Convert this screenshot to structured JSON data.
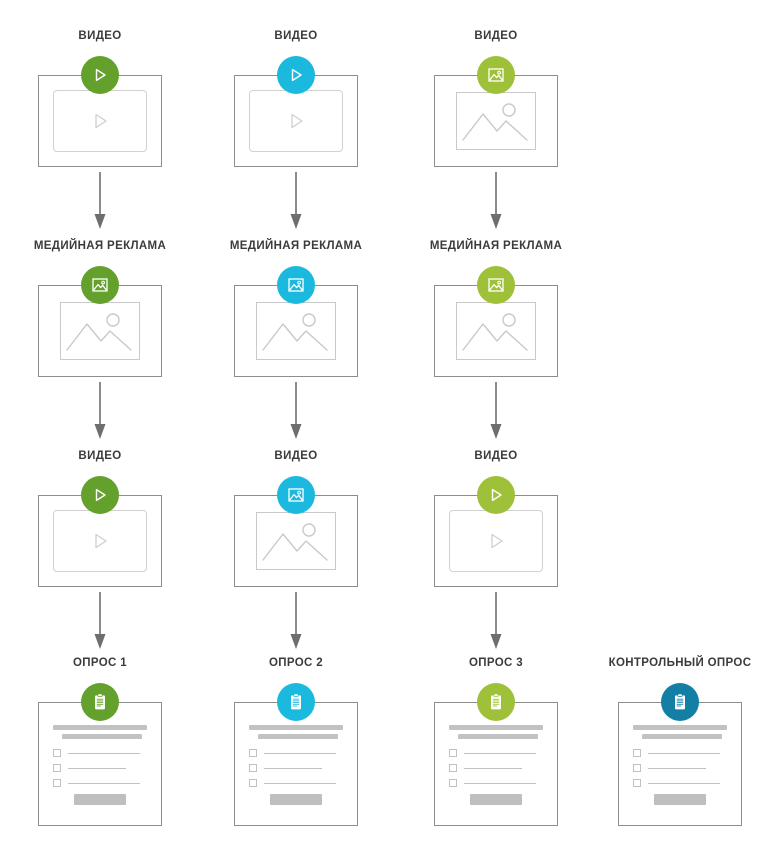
{
  "diagram": {
    "title_hidden": "",
    "colors": {
      "green_dark": "#63A02C",
      "green_light": "#9FC13A",
      "cyan": "#1AB9DD",
      "teal_dark": "#137FA5",
      "card_border": "#8d8d8d",
      "inner_border": "#d2d2d2",
      "arrow": "#6e6e6e",
      "text": "#3b3b3b",
      "bar_gray": "#c2c2c2"
    },
    "labels": {
      "video": "ВИДЕО",
      "display_ad": "МЕДИЙНАЯ РЕКЛАМА",
      "survey_1": "ОПРОС 1",
      "survey_2": "ОПРОС 2",
      "survey_3": "ОПРОС 3",
      "control_survey": "КОНТРОЛЬНЫЙ ОПРОС"
    },
    "columns": [
      {
        "name": "track-1",
        "accent": "#63A02C",
        "steps": [
          {
            "label": "ВИДЕО",
            "card": "video",
            "icon": "play-icon",
            "accent": "#63A02C"
          },
          {
            "label": "МЕДИЙНАЯ РЕКЛАМА",
            "card": "image",
            "icon": "image-icon",
            "accent": "#63A02C"
          },
          {
            "label": "ВИДЕО",
            "card": "video",
            "icon": "play-icon",
            "accent": "#63A02C"
          },
          {
            "label": "ОПРОС 1",
            "card": "survey",
            "icon": "clipboard-icon",
            "accent": "#63A02C"
          }
        ]
      },
      {
        "name": "track-2",
        "accent": "#1AB9DD",
        "steps": [
          {
            "label": "ВИДЕО",
            "card": "video",
            "icon": "play-icon",
            "accent": "#1AB9DD"
          },
          {
            "label": "МЕДИЙНАЯ РЕКЛАМА",
            "card": "image",
            "icon": "image-icon",
            "accent": "#1AB9DD"
          },
          {
            "label": "ВИДЕО",
            "card": "image",
            "icon": "image-icon",
            "accent": "#1AB9DD"
          },
          {
            "label": "ОПРОС 2",
            "card": "survey",
            "icon": "clipboard-icon",
            "accent": "#1AB9DD"
          }
        ]
      },
      {
        "name": "track-3",
        "accent": "#9FC13A",
        "steps": [
          {
            "label": "ВИДЕО",
            "card": "image",
            "icon": "image-icon",
            "accent": "#9FC13A"
          },
          {
            "label": "МЕДИЙНАЯ РЕКЛАМА",
            "card": "image",
            "icon": "image-icon",
            "accent": "#9FC13A"
          },
          {
            "label": "ВИДЕО",
            "card": "video",
            "icon": "play-icon",
            "accent": "#9FC13A"
          },
          {
            "label": "ОПРОС 3",
            "card": "survey",
            "icon": "clipboard-icon",
            "accent": "#9FC13A"
          }
        ]
      },
      {
        "name": "control",
        "accent": "#137FA5",
        "steps": [
          {
            "label": "КОНТРОЛЬНЫЙ ОПРОС",
            "card": "survey",
            "icon": "clipboard-icon",
            "accent": "#137FA5"
          }
        ]
      }
    ]
  }
}
